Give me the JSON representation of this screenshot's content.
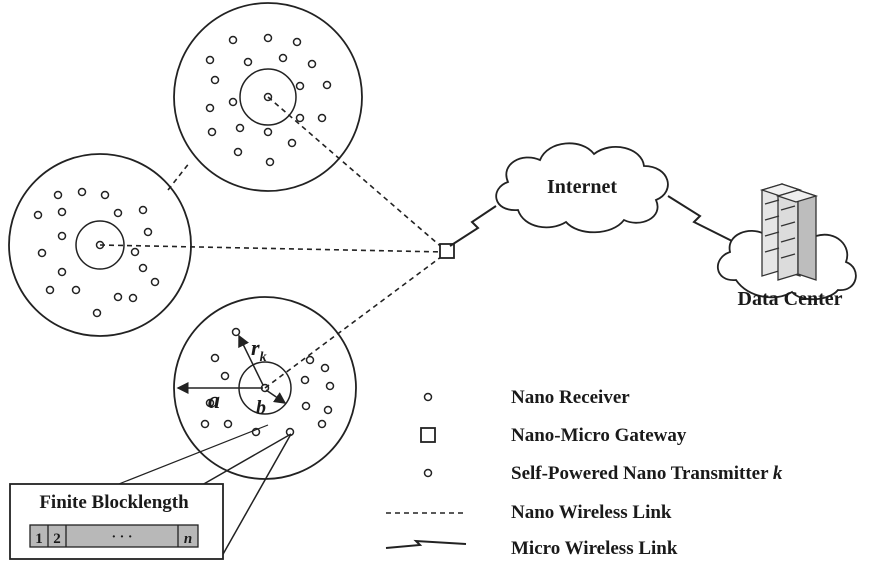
{
  "labels": {
    "internet": "Internet",
    "data_center": "Data Center",
    "finite_blocklength": "Finite Blocklength",
    "radius_a": "a",
    "radius_b": "b",
    "radius_r": "r",
    "radius_r_sub": "k",
    "block_1": "1",
    "block_2": "2",
    "block_dots": "· · ·",
    "block_n": "n"
  },
  "legend": [
    {
      "symbol": "small-circle",
      "text": "Nano Receiver"
    },
    {
      "symbol": "square",
      "text": "Nano-Micro Gateway"
    },
    {
      "symbol": "small-circle",
      "text": "Self-Powered Nano Transmitter ",
      "suffix": "k"
    },
    {
      "symbol": "dashed-line",
      "text": "Nano Wireless Link"
    },
    {
      "symbol": "zigzag-line",
      "text": "Micro Wireless  Link"
    }
  ],
  "colors": {
    "stroke": "#222222",
    "cloud_fill": "#ffffff",
    "block_fill": "#b8b8b8",
    "server_fill": "#d8d8d8"
  }
}
